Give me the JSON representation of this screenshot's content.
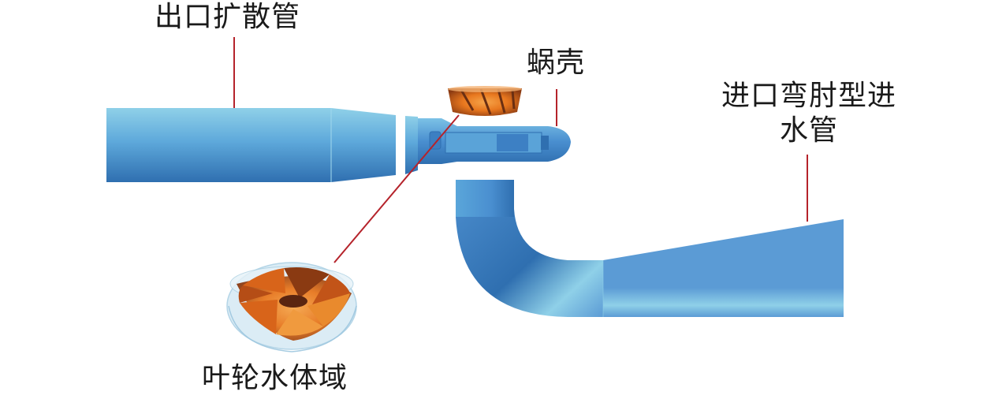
{
  "labels": {
    "outlet_diffuser": "出口扩散管",
    "volute": "蜗壳",
    "inlet_line1": "进口弯肘型进",
    "inlet_line2": "水管",
    "impeller_domain": "叶轮水体域"
  },
  "colors": {
    "pipe_main": "#5b9bd5",
    "pipe_light": "#8fd0e8",
    "pipe_dark": "#2f6fb0",
    "leader_line": "#b5232b",
    "impeller_orange": "#e8771e",
    "impeller_dark": "#6b2f12"
  }
}
